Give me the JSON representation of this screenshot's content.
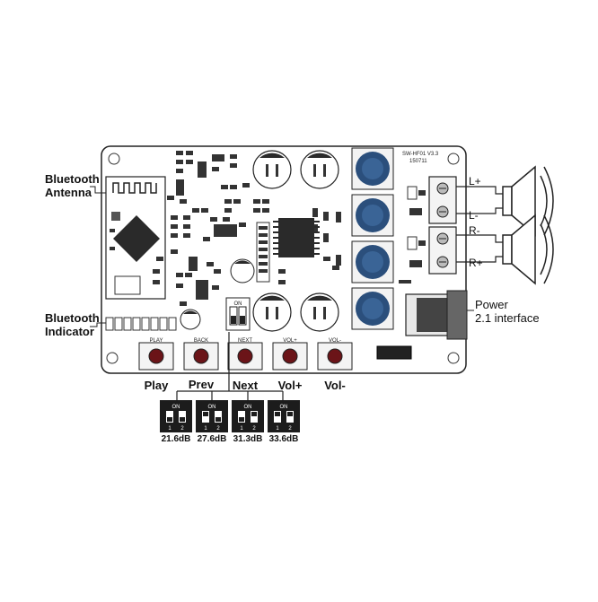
{
  "annotations": {
    "bt_antenna": [
      "Bluetooth",
      "Antenna"
    ],
    "bt_indicator": [
      "Bluetooth",
      "Indicator"
    ],
    "power": [
      "Power",
      "2.1 interface"
    ],
    "speaker_left_pos": "L+",
    "speaker_left_neg": "L-",
    "speaker_right_neg": "R-",
    "speaker_right_pos": "R+"
  },
  "board": {
    "model": "SW-HF01 V3.3",
    "date_code": "150711",
    "button_silk": [
      "PLAY",
      "BACK",
      "NEXT",
      "VOL+",
      "VOL-"
    ],
    "dip_silk": "ON"
  },
  "buttons": [
    "Play",
    "Prev",
    "Next",
    "Vol+",
    "Vol-"
  ],
  "gain_settings": {
    "switch_label": "ON",
    "switch_numbers": [
      "1",
      "2"
    ],
    "values": [
      "21.6dB",
      "27.6dB",
      "31.3dB",
      "33.6dB"
    ]
  },
  "colors": {
    "inductor_blue": "#2b4f7c",
    "button_red": "#6b1418",
    "outline": "#222222"
  },
  "icons": [
    "bluetooth-module-icon",
    "speaker-icon",
    "dc-jack-icon",
    "push-button-icon",
    "dip-switch-icon"
  ]
}
